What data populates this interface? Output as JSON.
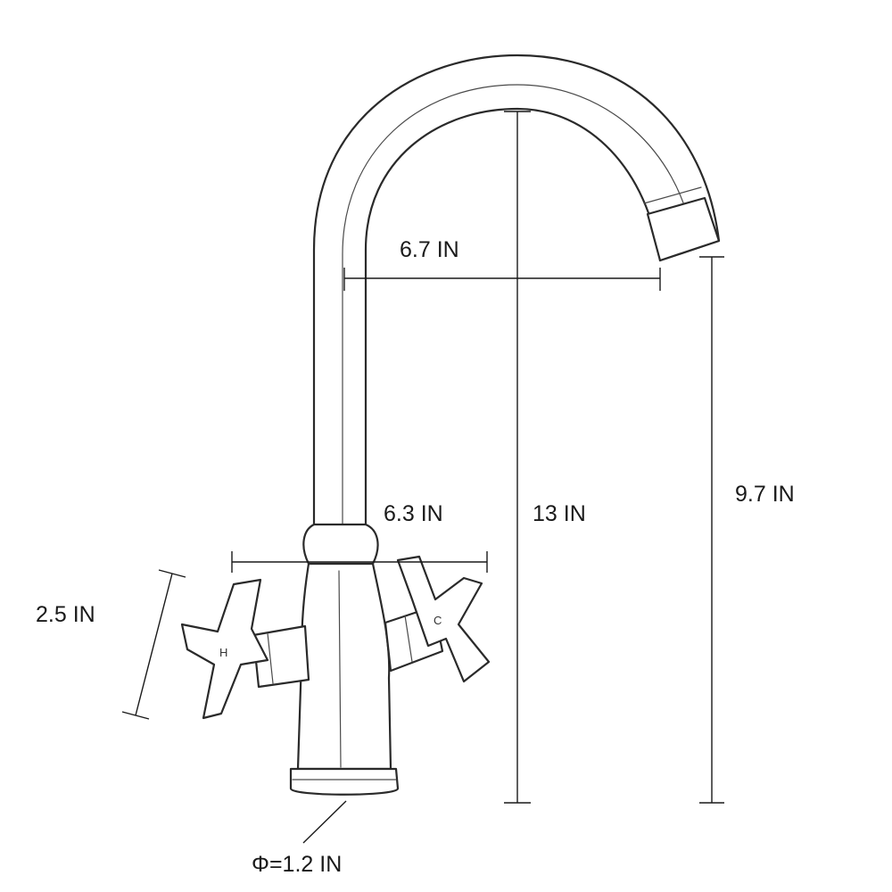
{
  "dimensions": {
    "spout_reach": "6.7 IN",
    "total_height": "13 IN",
    "spout_height": "9.7 IN",
    "handle_span": "6.3 IN",
    "handle_height": "2.5 IN",
    "base_diameter": "Φ=1.2 IN"
  },
  "handles": {
    "hot_mark": "H",
    "cold_mark": "C"
  },
  "colors": {
    "line": "#2a2a2a",
    "background": "#ffffff"
  }
}
